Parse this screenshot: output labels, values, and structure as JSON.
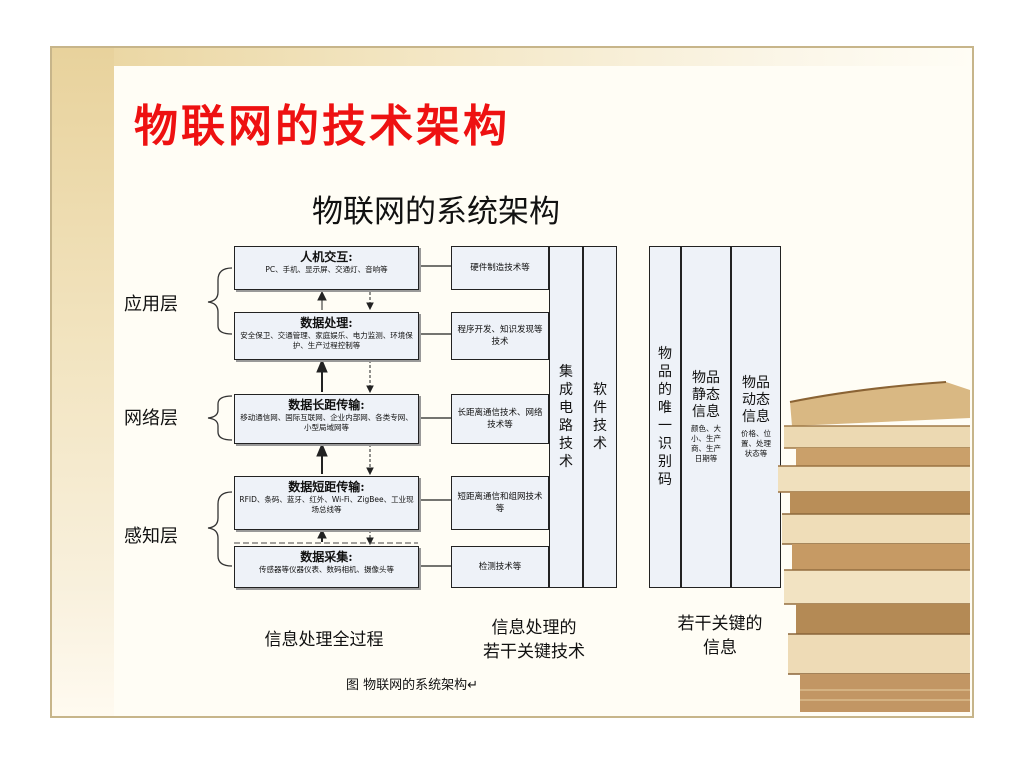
{
  "slide": {
    "title": "物联网的技术架构"
  },
  "diagram": {
    "title": "物联网的系统架构",
    "layers": [
      {
        "name": "应用层"
      },
      {
        "name": "网络层"
      },
      {
        "name": "感知层"
      }
    ],
    "processes": [
      {
        "title": "人机交互:",
        "detail": "PC、手机、显示屏、交通灯、音响等"
      },
      {
        "title": "数据处理:",
        "detail": "安全保卫、交通管理、家庭娱乐、电力监测、环境保护、生产过程控制等"
      },
      {
        "title": "数据长距传输:",
        "detail": "移动通信网、国际互联网、企业内部网、各类专网、小型局域网等"
      },
      {
        "title": "数据短距传输:",
        "detail": "RFID、条码、蓝牙、红外、Wi-Fi、ZigBee、工业现场总线等"
      },
      {
        "title": "数据采集:",
        "detail": "传感器等仪器仪表、数码相机、摄像头等"
      }
    ],
    "technologies": [
      "硬件制造技术等",
      "程序开发、知识发现等技术",
      "长距离通信技术、网络技术等",
      "短距离通信和组网技术等",
      "检测技术等"
    ],
    "core_tech": [
      "集成电路技术",
      "软件技术"
    ],
    "key_info": [
      {
        "title": "物品的唯一识别码",
        "detail": ""
      },
      {
        "title": "物品静态信息",
        "detail": "颜色、大小、生产商、生产日期等"
      },
      {
        "title": "物品动态信息",
        "detail": "价格、位置、处理状态等"
      }
    ],
    "captions": {
      "process": "信息处理全过程",
      "tech_line1": "信息处理的",
      "tech_line2": "若干关键技术",
      "info_line1": "若干关键的",
      "info_line2": "信息"
    },
    "figure_caption": "图   物联网的系统架构↵"
  },
  "decor": {
    "image": "stack-of-old-books"
  },
  "colors": {
    "title": "#ee1111",
    "box_fill": "#eef2f8",
    "frame": "#c7b58a"
  }
}
